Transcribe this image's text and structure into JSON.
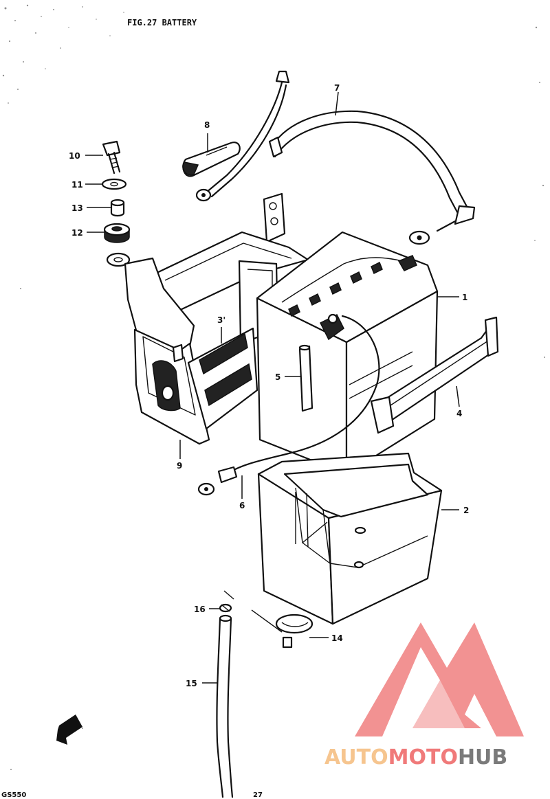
{
  "figure": {
    "title": "FIG.27  BATTERY",
    "model": "GS550",
    "page_number": "27"
  },
  "callouts": [
    {
      "id": "10",
      "label": "10"
    },
    {
      "id": "11a",
      "label": "11"
    },
    {
      "id": "13",
      "label": "13"
    },
    {
      "id": "12",
      "label": "12"
    },
    {
      "id": "8",
      "label": "8"
    },
    {
      "id": "7",
      "label": "7"
    },
    {
      "id": "1",
      "label": "1"
    },
    {
      "id": "3",
      "label": "3'"
    },
    {
      "id": "5",
      "label": "5"
    },
    {
      "id": "4",
      "label": "4"
    },
    {
      "id": "9",
      "label": "9"
    },
    {
      "id": "6",
      "label": "6"
    },
    {
      "id": "2",
      "label": "2"
    },
    {
      "id": "16",
      "label": "16"
    },
    {
      "id": "14",
      "label": "14"
    },
    {
      "id": "15",
      "label": "15"
    }
  ],
  "watermark": {
    "part1": "AUTO",
    "part2": "MOTO",
    "part3": "HUB",
    "colors": {
      "auto": "#f6c58f",
      "moto": "#f07a7a",
      "hub": "#7a7a7a",
      "logo": "#f08080"
    }
  }
}
